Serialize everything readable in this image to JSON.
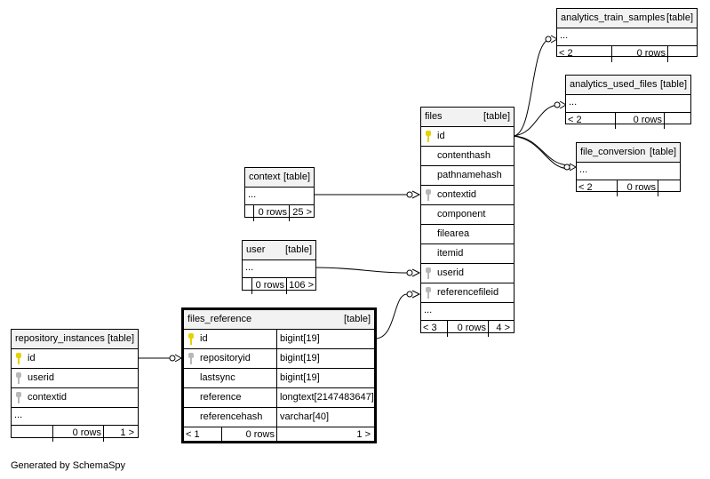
{
  "footer_text": "Generated by SchemaSpy",
  "colors": {
    "primary_key": "#e6d200",
    "foreign_key": "#b8b8b8",
    "header_bg": "#f2f2f2"
  },
  "tables": {
    "analytics_train_samples": {
      "name": "analytics_train_samples",
      "tag": "[table]",
      "ellipsis": "...",
      "parents": "< 2",
      "rows": "0 rows",
      "children": ""
    },
    "analytics_used_files": {
      "name": "analytics_used_files",
      "tag": "[table]",
      "ellipsis": "...",
      "parents": "< 2",
      "rows": "0 rows",
      "children": ""
    },
    "file_conversion": {
      "name": "file_conversion",
      "tag": "[table]",
      "ellipsis": "...",
      "parents": "< 2",
      "rows": "0 rows",
      "children": ""
    },
    "files": {
      "name": "files",
      "tag": "[table]",
      "columns": [
        "id",
        "contenthash",
        "pathnamehash",
        "contextid",
        "component",
        "filearea",
        "itemid",
        "userid",
        "referencefileid"
      ],
      "ellipsis": "...",
      "parents": "< 3",
      "rows": "0 rows",
      "children": "4 >"
    },
    "context": {
      "name": "context",
      "tag": "[table]",
      "ellipsis": "...",
      "parents": "",
      "rows": "0 rows",
      "children": "25 >"
    },
    "user": {
      "name": "user",
      "tag": "[table]",
      "ellipsis": "...",
      "parents": "",
      "rows": "0 rows",
      "children": "106 >"
    },
    "files_reference": {
      "name": "files_reference",
      "tag": "[table]",
      "columns": [
        {
          "name": "id",
          "type": "bigint[19]"
        },
        {
          "name": "repositoryid",
          "type": "bigint[19]"
        },
        {
          "name": "lastsync",
          "type": "bigint[19]"
        },
        {
          "name": "reference",
          "type": "longtext[2147483647]"
        },
        {
          "name": "referencehash",
          "type": "varchar[40]"
        }
      ],
      "parents": "< 1",
      "rows": "0 rows",
      "children": "1 >"
    },
    "repository_instances": {
      "name": "repository_instances",
      "tag": "[table]",
      "columns": [
        "id",
        "userid",
        "contextid"
      ],
      "ellipsis": "...",
      "parents": "",
      "rows": "0 rows",
      "children": "1 >"
    }
  }
}
